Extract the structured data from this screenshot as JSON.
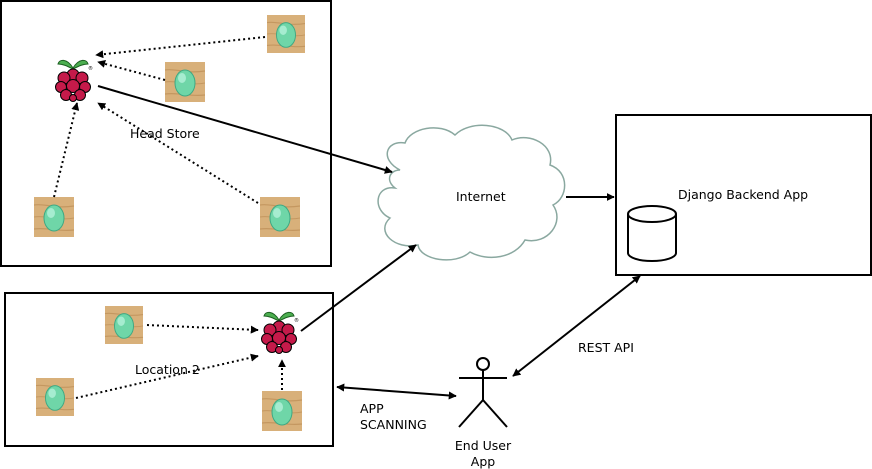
{
  "diagram": {
    "head_store": {
      "label": "Head Store"
    },
    "location_2": {
      "label": "Location 2"
    },
    "internet": {
      "label": "Internet"
    },
    "backend": {
      "label": "Django Backend App"
    },
    "rest_api": {
      "label": "REST API"
    },
    "app_scanning": {
      "line1": "APP",
      "line2": "SCANNING"
    },
    "end_user": {
      "line1": "End User",
      "line2": "App"
    }
  },
  "colors": {
    "raspberry_body": "#c51a4a",
    "raspberry_leaf": "#4caf50",
    "beacon_body": "#6fd6a8",
    "wood": "#d9b27a",
    "cloud_stroke": "#8aa8a0"
  },
  "icons": {
    "hub": "raspberry-pi-icon",
    "beacon": "beacon-icon",
    "database": "database-icon",
    "user": "stick-figure-icon"
  }
}
